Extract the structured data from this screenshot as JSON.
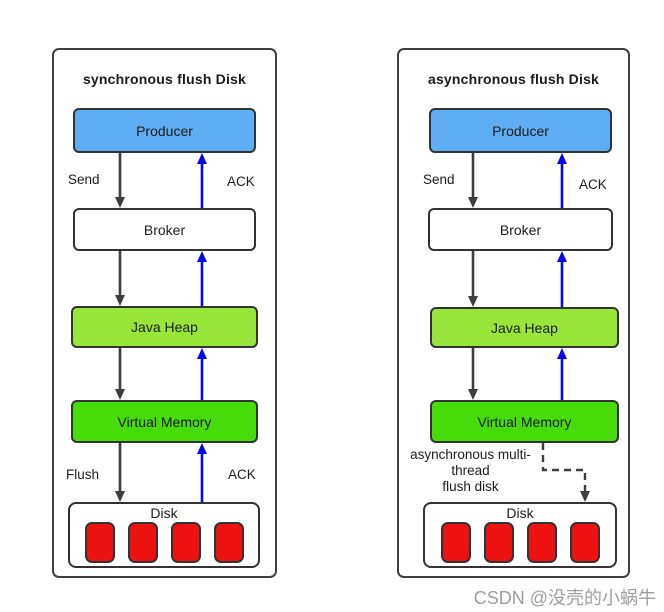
{
  "colors": {
    "producer_fill": "#5fadf2",
    "broker_fill": "#ffffff",
    "java_heap_fill": "#99e63a",
    "virtual_memory_fill": "#46dc0a",
    "disk_fill": "#ffffff",
    "disk_block_fill": "#ee1111",
    "arrow_black": "#3d3d3d",
    "arrow_blue": "#0505e8",
    "watermark": "#9e9e9e"
  },
  "panels": [
    {
      "title": "synchronous flush Disk",
      "boxes": {
        "producer": "Producer",
        "broker": "Broker",
        "java_heap": "Java Heap",
        "virtual_memory": "Virtual Memory",
        "disk": "Disk"
      },
      "labels": {
        "send": "Send",
        "ack_top": "ACK",
        "flush": "Flush",
        "ack_bottom": "ACK"
      }
    },
    {
      "title": "asynchronous flush Disk",
      "boxes": {
        "producer": "Producer",
        "broker": "Broker",
        "java_heap": "Java Heap",
        "virtual_memory": "Virtual Memory",
        "disk": "Disk"
      },
      "labels": {
        "send": "Send",
        "ack_top": "ACK",
        "async_note": "asynchronous multi-\nthread\nflush disk"
      }
    }
  ],
  "watermark": "CSDN @没壳的小蜗牛"
}
